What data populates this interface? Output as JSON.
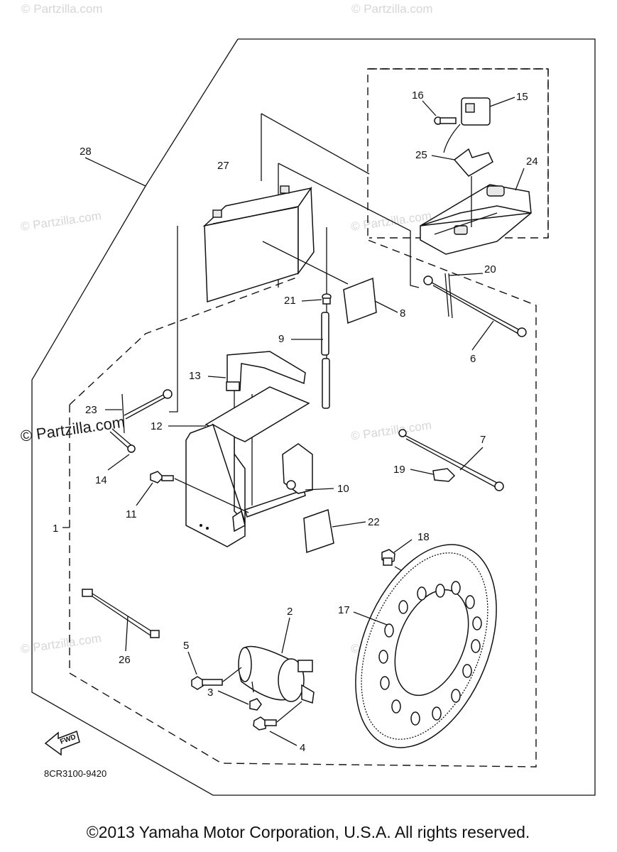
{
  "diagram": {
    "part_code": "8CR3100-9420",
    "fwd_label": "FWD",
    "copyright": "©2013 Yamaha Motor Corporation, U.S.A. All rights reserved.",
    "watermarks": {
      "prominent": "© Partzilla.com",
      "faint": "© Partzilla.com"
    },
    "callouts": {
      "c1": "1",
      "c2": "2",
      "c3": "3",
      "c4": "4",
      "c5": "5",
      "c6": "6",
      "c7": "7",
      "c8": "8",
      "c9": "9",
      "c10": "10",
      "c11": "11",
      "c12": "12",
      "c13": "13",
      "c14": "14",
      "c15": "15",
      "c16": "16",
      "c17": "17",
      "c18": "18",
      "c19": "19",
      "c20": "20",
      "c21": "21",
      "c22": "22",
      "c23": "23",
      "c24": "24",
      "c25": "25",
      "c26": "26",
      "c27": "27",
      "c28": "28"
    }
  }
}
